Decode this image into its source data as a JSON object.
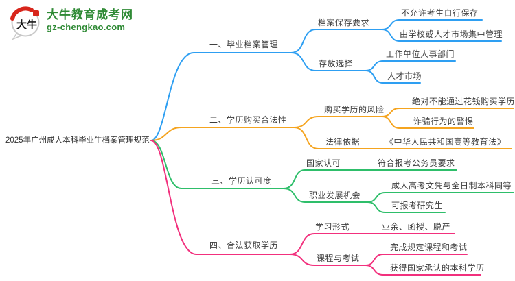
{
  "logo": {
    "icon_text": "大牛",
    "title": "大牛教育成考网",
    "domain": "gz-chengkao.com",
    "green": "#2F8A35",
    "red": "#D8261C"
  },
  "root": {
    "label": "2025年广州成人本科毕业生档案管理规范"
  },
  "text_color": "#3d3d3d",
  "branches": [
    {
      "label": "一、毕业档案管理",
      "color": "#2E9FF2",
      "children": [
        {
          "label": "档案保存要求",
          "children": [
            {
              "label": "不允许考生自行保存"
            },
            {
              "label": "由学校或人才市场集中管理"
            }
          ]
        },
        {
          "label": "存放选择",
          "children": [
            {
              "label": "工作单位人事部门"
            },
            {
              "label": "人才市场"
            }
          ]
        }
      ]
    },
    {
      "label": "二、学历购买合法性",
      "color": "#F5A41F",
      "children": [
        {
          "label": "购买学历的风险",
          "children": [
            {
              "label": "绝对不能通过花钱购买学历"
            },
            {
              "label": "诈骗行为的警惕"
            }
          ]
        },
        {
          "label": "法律依据",
          "children": [
            {
              "label": "《中华人民共和国高等教育法》"
            }
          ]
        }
      ]
    },
    {
      "label": "三、学历认可度",
      "color": "#2EBE6A",
      "children": [
        {
          "label": "国家认可",
          "children": [
            {
              "label": "符合报考公务员要求"
            }
          ]
        },
        {
          "label": "职业发展机会",
          "children": [
            {
              "label": "成人高考文凭与全日制本科同等"
            },
            {
              "label": "可报考研究生"
            }
          ]
        }
      ]
    },
    {
      "label": "四、合法获取学历",
      "color": "#F2307D",
      "children": [
        {
          "label": "学习形式",
          "children": [
            {
              "label": "业余、函授、脱产"
            }
          ]
        },
        {
          "label": "课程与考试",
          "children": [
            {
              "label": "完成规定课程和考试"
            },
            {
              "label": "获得国家承认的本科学历"
            }
          ]
        }
      ]
    }
  ]
}
